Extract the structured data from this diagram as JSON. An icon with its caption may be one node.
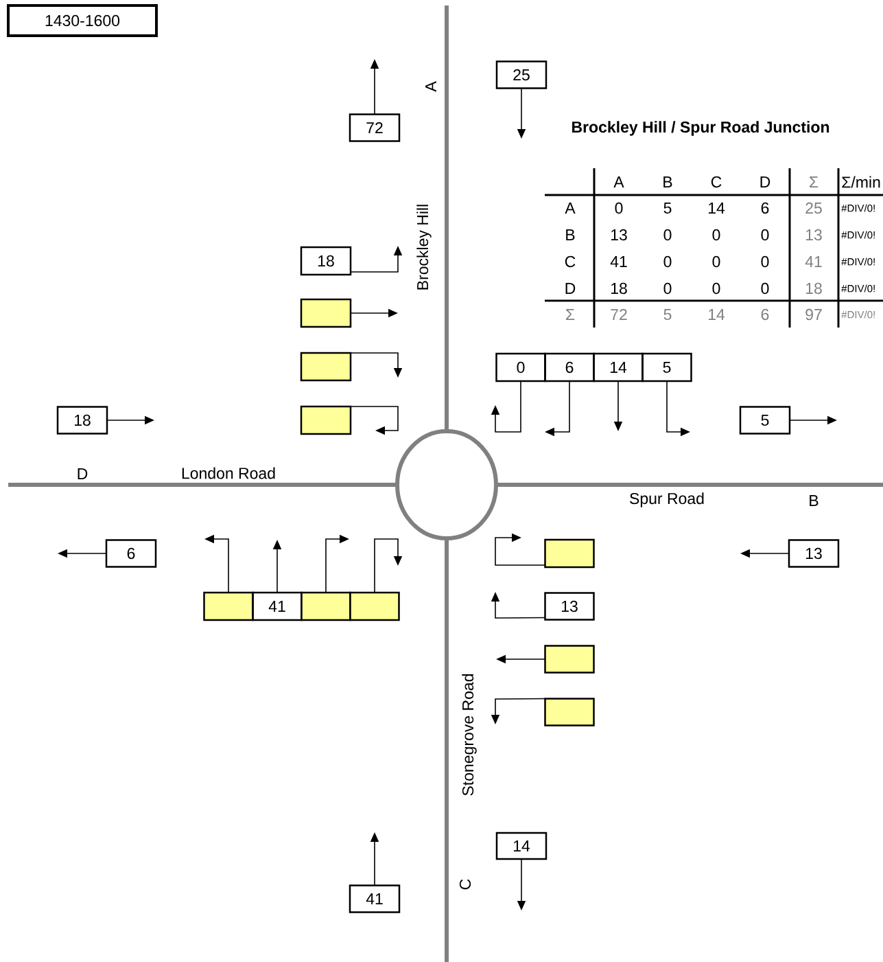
{
  "diagram": {
    "title": "Brockley Hill / Spur Road Junction",
    "nodes": [
      {
        "text": [
          "1430-1600"
        ]
      },
      {
        "text": [
          "25"
        ]
      },
      {
        "text": [
          "72"
        ]
      },
      {
        "text": [
          "18"
        ]
      },
      {
        "text": [],
        "shape": "box"
      },
      {
        "text": [],
        "shape": "box"
      },
      {
        "text": [],
        "shape": "box"
      },
      {
        "text": [
          "0"
        ]
      },
      {
        "text": [
          "6"
        ]
      },
      {
        "text": [
          "14"
        ]
      },
      {
        "text": [
          "5"
        ]
      },
      {
        "text": [
          "18"
        ]
      },
      {
        "text": [
          "5"
        ]
      },
      {
        "text": [
          "6"
        ]
      },
      {
        "text": [],
        "shape": "box"
      },
      {
        "text": [
          "41"
        ]
      },
      {
        "text": [],
        "shape": "box"
      },
      {
        "text": [],
        "shape": "box"
      },
      {
        "text": [
          "13"
        ]
      },
      {
        "text": [],
        "shape": "box"
      },
      {
        "text": [
          "13"
        ]
      },
      {
        "text": [],
        "shape": "box"
      },
      {
        "text": [],
        "shape": "box"
      },
      {
        "text": [
          "14"
        ]
      },
      {
        "text": [
          "41"
        ]
      }
    ],
    "edges": [
      {
        "from": 1,
        "to": null,
        "arrow": "to"
      },
      {
        "from": 2,
        "to": null,
        "arrow": "to"
      },
      {
        "from": 3,
        "to": null,
        "arrow": "to"
      },
      {
        "from": 4,
        "to": null,
        "arrow": "to"
      },
      {
        "from": 5,
        "to": null,
        "arrow": "to"
      },
      {
        "from": 6,
        "to": null,
        "arrow": "to"
      },
      {
        "from": 7,
        "to": null,
        "arrow": "to"
      },
      {
        "from": 8,
        "to": null,
        "arrow": "to"
      },
      {
        "from": 9,
        "to": null,
        "arrow": "to"
      },
      {
        "from": 10,
        "to": null,
        "arrow": "to"
      },
      {
        "from": 11,
        "to": null,
        "arrow": "to"
      },
      {
        "from": 12,
        "to": null,
        "arrow": "to"
      },
      {
        "from": 13,
        "to": null,
        "arrow": "to"
      },
      {
        "from": 14,
        "to": null,
        "arrow": "to"
      },
      {
        "from": 15,
        "to": null,
        "arrow": "to"
      },
      {
        "from": 16,
        "to": null,
        "arrow": "to"
      },
      {
        "from": 17,
        "to": null,
        "arrow": "to"
      },
      {
        "from": 18,
        "to": null,
        "arrow": "to"
      },
      {
        "from": 19,
        "to": null,
        "arrow": "to"
      },
      {
        "from": 20,
        "to": null,
        "arrow": "to"
      },
      {
        "from": 21,
        "to": null,
        "arrow": "to"
      },
      {
        "from": 22,
        "to": null,
        "arrow": "to"
      },
      {
        "from": 23,
        "to": null,
        "arrow": "to"
      },
      {
        "from": 24,
        "to": null,
        "arrow": "to"
      }
    ],
    "labels": [
      "A",
      "Brockley Hill",
      "D",
      "London Road",
      "Spur Road",
      "B",
      "Stonegrove Road",
      "C",
      "A",
      "B",
      "C",
      "D",
      "Σ",
      "Σ/min",
      "A",
      "0",
      "5",
      "14",
      "6",
      "25",
      "#DIV/0!",
      "B",
      "13",
      "0",
      "0",
      "0",
      "13",
      "#DIV/0!",
      "C",
      "41",
      "0",
      "0",
      "0",
      "41",
      "#DIV/0!",
      "D",
      "18",
      "0",
      "0",
      "0",
      "18",
      "#DIV/0!",
      "Σ",
      "72",
      "5",
      "14",
      "6",
      "97",
      "#DIV/0!"
    ]
  }
}
